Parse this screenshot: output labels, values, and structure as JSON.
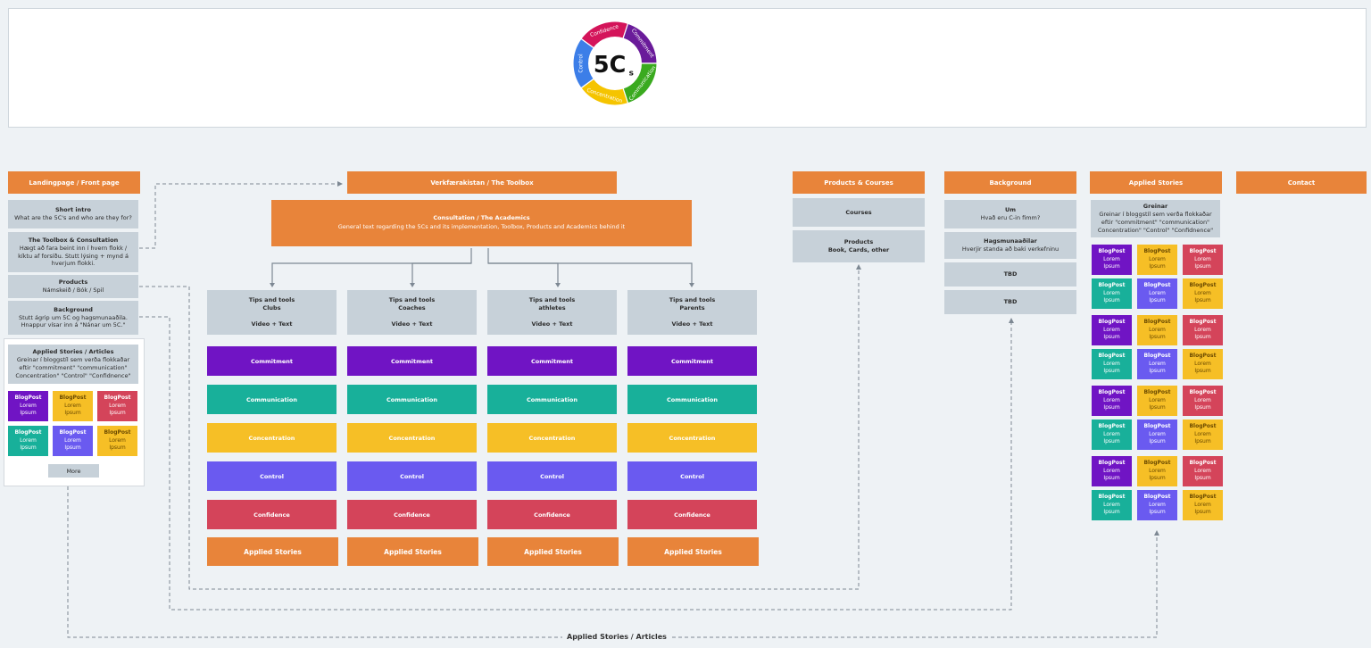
{
  "logo": {
    "center_text": "5C",
    "superscript": "s",
    "segments": [
      {
        "label": "Confidence",
        "color": "#d4145a"
      },
      {
        "label": "Commitment",
        "color": "#6a1b9a"
      },
      {
        "label": "Communication",
        "color": "#3aaa1f"
      },
      {
        "label": "Concentration",
        "color": "#f5c400"
      },
      {
        "label": "Control",
        "color": "#3c7ee8"
      }
    ]
  },
  "colors": {
    "commitment": "#7014c4",
    "communication": "#18b09a",
    "concentration": "#f6bf26",
    "control": "#6a5af0",
    "confidence": "#d4445a",
    "orange": "#e8843a"
  },
  "landing": {
    "header": "Landingpage / Front page",
    "short_intro_title": "Short intro",
    "short_intro_text": "What are the 5C's and who are they for?",
    "toolbox_title": "The Toolbox & Consultation",
    "toolbox_text": "Hægt að fara beint inn í hvern flokk / kíktu af forsíðu. Stutt lýsing + mynd á hverjum flokki.",
    "products_title": "Products",
    "products_text": "Námskeið / Bók / Spil",
    "background_title": "Background",
    "background_text": "Stutt ágrip um 5C og hagsmunaaðila. Hnappur vísar inn á \"Nánar um 5C.\"",
    "stories_title": "Applied Stories / Articles",
    "stories_text": "Greinar í bloggstíl sem verða flokkaðar eftir \"commitment\" \"communication\" Concentration\" \"Control\" \"Confidnence\"",
    "more_label": "More"
  },
  "tile": {
    "title": "BlogPost",
    "line1": "Lorem",
    "line2": "Ipsum"
  },
  "toolbox": {
    "header": "Verkfærakistan / The Toolbox",
    "consult_title": "Consultation / The Academics",
    "consult_text": "General text regarding the 5Cs and its implementation, Toolbox, Products and Academics behind it",
    "tips_title": "Tips and tools",
    "tips_sub": "Video + Text",
    "columns": [
      "Clubs",
      "Coaches",
      "athletes",
      "Parents"
    ],
    "categories": [
      "Commitment",
      "Communication",
      "Concentration",
      "Control",
      "Confidence",
      "Applied Stories"
    ]
  },
  "products": {
    "header": "Products  & Courses",
    "courses": "Courses",
    "products_title": "Products",
    "products_text": "Book, Cards, other"
  },
  "background": {
    "header": "Background",
    "um_title": "Um",
    "um_text": "Hvað eru C-in fimm?",
    "hags_title": "Hagsmunaaðilar",
    "hags_text": "Hverjir standa að baki verkefninu",
    "tbd1": "TBD",
    "tbd2": "TBD"
  },
  "stories": {
    "header": "Applied Stories",
    "greinar_title": "Greinar",
    "greinar_text": "Greinar í bloggstíl sem verða flokkaðar eftir \"commitment\" \"communication\" Concentration\" \"Control\" \"Confidnence\""
  },
  "contact": {
    "header": "Contact"
  },
  "bottom_label": "Applied Stories / Articles"
}
